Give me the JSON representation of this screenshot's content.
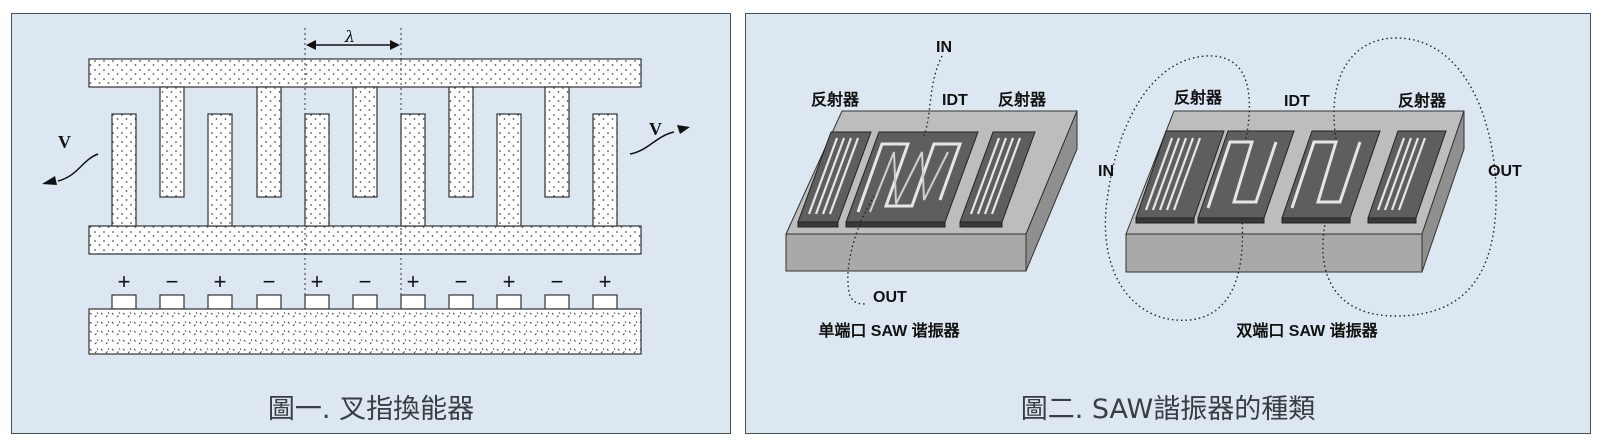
{
  "figure1": {
    "caption": "圖一. 叉指換能器",
    "wavelength_symbol": "λ",
    "velocity_left": "V",
    "velocity_right": "V",
    "polarity": [
      "+",
      "−",
      "+",
      "−",
      "+",
      "−",
      "+",
      "−",
      "+",
      "−",
      "+"
    ]
  },
  "figure2": {
    "caption": "圖二. SAW諧振器的種類",
    "single_port": {
      "reflector_left": "反射器",
      "idt": "IDT",
      "reflector_right": "反射器",
      "in": "IN",
      "out": "OUT",
      "title": "单端口 SAW 谐振器"
    },
    "dual_port": {
      "reflector_left": "反射器",
      "idt": "IDT",
      "reflector_right": "反射器",
      "in": "IN",
      "out": "OUT",
      "title": "双端口 SAW 谐振器"
    }
  }
}
